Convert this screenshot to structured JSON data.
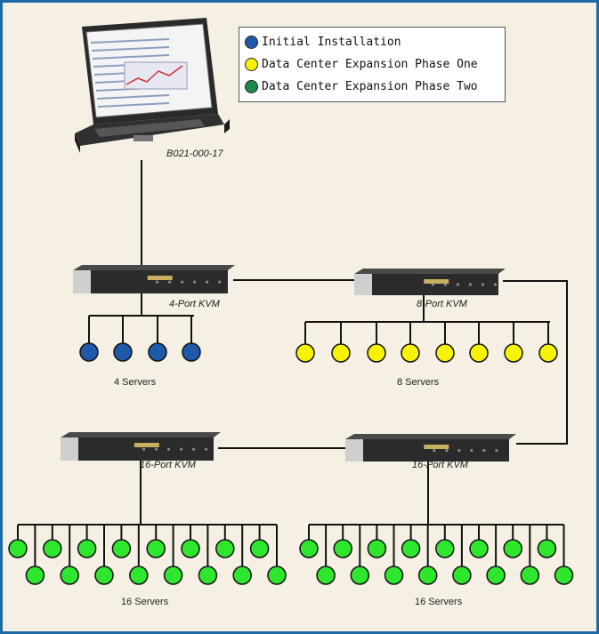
{
  "legend": [
    {
      "label": "Initial Installation",
      "color": "#1e5aa8"
    },
    {
      "label": "Data Center Expansion Phase One",
      "color": "#f6f200"
    },
    {
      "label": "Data Center Expansion Phase Two",
      "color": "#1c8a4c"
    }
  ],
  "console": {
    "label": "B021-000-17"
  },
  "kvm_4": {
    "label": "4-Port KVM",
    "ports": 4,
    "server_color": "#1e5aa8"
  },
  "kvm_8": {
    "label": "8-Port KVM",
    "ports": 8,
    "server_color": "#f6f200"
  },
  "kvm_16a": {
    "label": "16-Port KVM",
    "ports": 16,
    "server_color": "#2ee62e"
  },
  "kvm_16b": {
    "label": "16-Port KVM",
    "ports": 16,
    "server_color": "#2ee62e"
  },
  "servers": {
    "group_4": "4 Servers",
    "group_8": "8 Servers",
    "group_16a": "16 Servers",
    "group_16b": "16 Servers"
  }
}
